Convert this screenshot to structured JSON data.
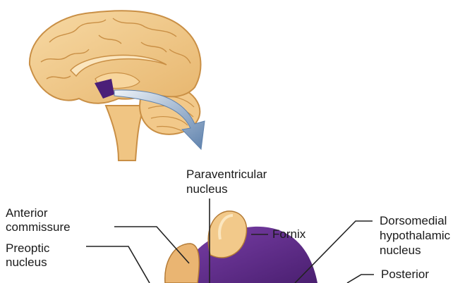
{
  "labels": {
    "paraventricular": [
      "Paraventricular",
      "nucleus"
    ],
    "anterior_commissure": [
      "Anterior",
      "commissure"
    ],
    "preoptic": [
      "Preoptic",
      "nucleus"
    ],
    "fornix": "Fornix",
    "dorsomedial": [
      "Dorsomedial",
      "hypothalamic",
      "nucleus"
    ],
    "posterior": "Posterior"
  },
  "colors": {
    "brain_fill": "#f2c98a",
    "brain_outline": "#c98f45",
    "hypothalamus": "#5b2a86",
    "arrow": "#6f8fb6",
    "leader_lines": "#222222"
  }
}
